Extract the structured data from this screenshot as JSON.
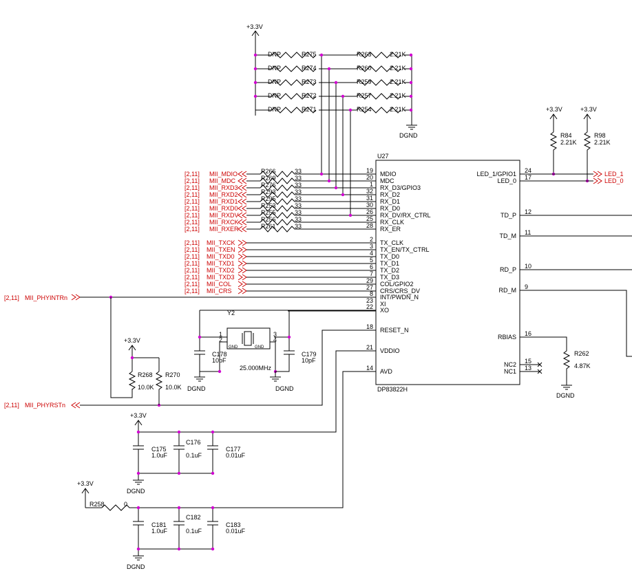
{
  "power": {
    "v33": "+3.3V",
    "gnd": "DGND"
  },
  "strap_resistors": [
    {
      "dnp": "DNP",
      "name": "R275",
      "pull": "R263",
      "value": "2.21K"
    },
    {
      "dnp": "DNP",
      "name": "R274",
      "pull": "R260",
      "value": "2.21K"
    },
    {
      "dnp": "DNP",
      "name": "R273",
      "pull": "R259",
      "value": "2.21K"
    },
    {
      "dnp": "DNP",
      "name": "R272",
      "pull": "R257",
      "value": "2.21K"
    },
    {
      "dnp": "DNP",
      "name": "R271",
      "pull": "R254",
      "value": "2.21K"
    }
  ],
  "ic": {
    "ref": "U27",
    "part": "DP83822H",
    "left_pins": [
      {
        "num": "19",
        "name": "MDIO"
      },
      {
        "num": "20",
        "name": "MDC"
      },
      {
        "num": "1",
        "name": "RX_D3/GPIO3"
      },
      {
        "num": "32",
        "name": "RX_D2"
      },
      {
        "num": "31",
        "name": "RX_D1"
      },
      {
        "num": "30",
        "name": "RX_D0"
      },
      {
        "num": "26",
        "name": "RX_DV/RX_CTRL"
      },
      {
        "num": "25",
        "name": "RX_CLK"
      },
      {
        "num": "28",
        "name": "RX_ER"
      },
      {
        "num": "2",
        "name": "TX_CLK"
      },
      {
        "num": "3",
        "name": "TX_EN/TX_CTRL"
      },
      {
        "num": "4",
        "name": "TX_D0"
      },
      {
        "num": "5",
        "name": "TX_D1"
      },
      {
        "num": "6",
        "name": "TX_D2"
      },
      {
        "num": "7",
        "name": "TX_D3"
      },
      {
        "num": "29",
        "name": "COL/GPIO2"
      },
      {
        "num": "27",
        "name": "CRS/CRS_DV"
      },
      {
        "num": "8",
        "name": "INT/PWDN_N"
      },
      {
        "num": "23",
        "name": "XI"
      },
      {
        "num": "22",
        "name": "XO"
      },
      {
        "num": "18",
        "name": "RESET_N"
      },
      {
        "num": "21",
        "name": "VDDIO"
      },
      {
        "num": "14",
        "name": "AVD"
      }
    ],
    "right_pins": [
      {
        "num": "24",
        "name": "LED_1/GPIO1"
      },
      {
        "num": "17",
        "name": "LED_0"
      },
      {
        "num": "12",
        "name": "TD_P"
      },
      {
        "num": "11",
        "name": "TD_M"
      },
      {
        "num": "10",
        "name": "RD_P"
      },
      {
        "num": "9",
        "name": "RD_M"
      },
      {
        "num": "16",
        "name": "RBIAS"
      },
      {
        "num": "15",
        "name": "NC2"
      },
      {
        "num": "13",
        "name": "NC1"
      }
    ]
  },
  "rx_nets": [
    {
      "ref": "[2,11]",
      "net": "MII_MDIO",
      "res": "R266",
      "val": "33"
    },
    {
      "ref": "[2,11]",
      "net": "MII_MDC",
      "res": "R269",
      "val": "33"
    },
    {
      "ref": "[2,11]",
      "net": "MII_RXD3",
      "res": "R276",
      "val": "33"
    },
    {
      "ref": "[2,11]",
      "net": "MII_RXD2",
      "res": "R293",
      "val": "33"
    },
    {
      "ref": "[2,11]",
      "net": "MII_RXD1",
      "res": "R295",
      "val": "33"
    },
    {
      "ref": "[2,11]",
      "net": "MII_RXD0",
      "res": "R253",
      "val": "33"
    },
    {
      "ref": "[2,11]",
      "net": "MII_RXDV",
      "res": "R255",
      "val": "33"
    },
    {
      "ref": "[2,11]",
      "net": "MII_RXCK",
      "res": "R256",
      "val": "33"
    },
    {
      "ref": "[2,11]",
      "net": "MII_RXER",
      "res": "R261",
      "val": "33"
    }
  ],
  "tx_nets": [
    {
      "ref": "[2,11]",
      "net": "MII_TXCK"
    },
    {
      "ref": "[2,11]",
      "net": "MII_TXEN"
    },
    {
      "ref": "[2,11]",
      "net": "MII_TXD0"
    },
    {
      "ref": "[2,11]",
      "net": "MII_TXD1"
    },
    {
      "ref": "[2,11]",
      "net": "MII_TXD2"
    },
    {
      "ref": "[2,11]",
      "net": "MII_TXD3"
    },
    {
      "ref": "[2,11]",
      "net": "MII_COL"
    },
    {
      "ref": "[2,11]",
      "net": "MII_CRS"
    }
  ],
  "int_net": {
    "ref": "[2,11]",
    "net": "MII_PHYINTRn"
  },
  "rst_net": {
    "ref": "[2,11]",
    "net": "MII_PHYRSTn"
  },
  "led": {
    "r84": "R84",
    "r84_val": "2.21K",
    "r98": "R98",
    "r98_val": "2.21K",
    "led1": "LED_1",
    "led0": "LED_0"
  },
  "crystal": {
    "ref": "Y2",
    "freq": "25.000MHz",
    "gnd": "GND",
    "p1": "1",
    "p2": "2",
    "p3": "3",
    "p4": "4",
    "c178": "C178",
    "c178_val": "10pF",
    "c179": "C179",
    "c179_val": "10pF"
  },
  "reset_res": {
    "r268": "R268",
    "r268_val": "10.0K",
    "r270": "R270",
    "r270_val": "10.0K"
  },
  "rbias": {
    "ref": "R262",
    "val": "4.87K"
  },
  "vddio_caps": [
    {
      "ref": "C175",
      "val": "1.0uF"
    },
    {
      "ref": "C176",
      "val": "0.1uF"
    },
    {
      "ref": "C177",
      "val": "0.01uF"
    }
  ],
  "avd_caps": [
    {
      "ref": "C181",
      "val": "1.0uF"
    },
    {
      "ref": "C182",
      "val": "0.1uF"
    },
    {
      "ref": "C183",
      "val": "0.01uF"
    }
  ],
  "r258": {
    "ref": "R258",
    "val": "0"
  }
}
